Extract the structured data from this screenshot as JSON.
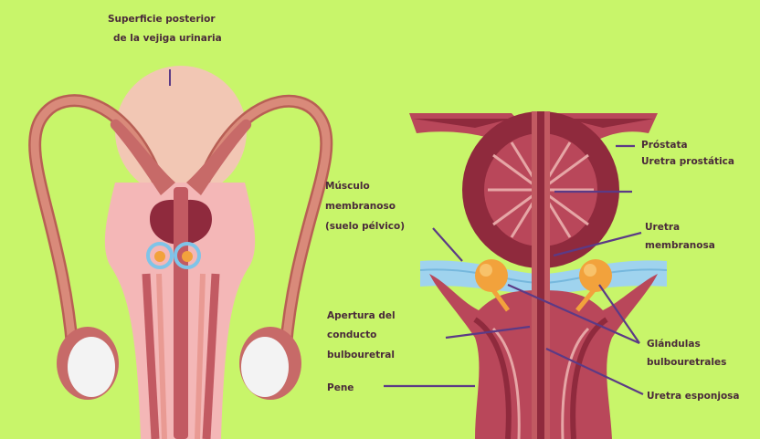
{
  "colors": {
    "background": "#c8f56a",
    "bladder": "#f2c7b4",
    "skin_pink": "#f4b7b7",
    "duct": "#d98a7a",
    "duct_dark": "#b85f55",
    "tissue_dark": "#8f2a3d",
    "tissue_mid": "#b9475a",
    "muscle_blue": "#9fd3ee",
    "gland_orange": "#f2a23c",
    "testis": "#f3f3f3",
    "leader": "#5b3a86"
  },
  "labels": {
    "bladder_line1": "Superficie posterior",
    "bladder_line2": "de la vejiga urinaria",
    "prostata": "Próstata",
    "uretra_prostatica": "Uretra prostática",
    "musculo_line1": "Músculo",
    "musculo_line2": "membranoso",
    "musculo_line3": "(suelo pélvico)",
    "uretra_membranosa_line1": "Uretra",
    "uretra_membranosa_line2": "membranosa",
    "apertura_line1": "Apertura del",
    "apertura_line2": "conducto",
    "apertura_line3": "bulbouretral",
    "glandulas_line1": "Glándulas",
    "glandulas_line2": "bulbouretrales",
    "pene": "Pene",
    "uretra_esponjosa": "Uretra esponjosa"
  }
}
